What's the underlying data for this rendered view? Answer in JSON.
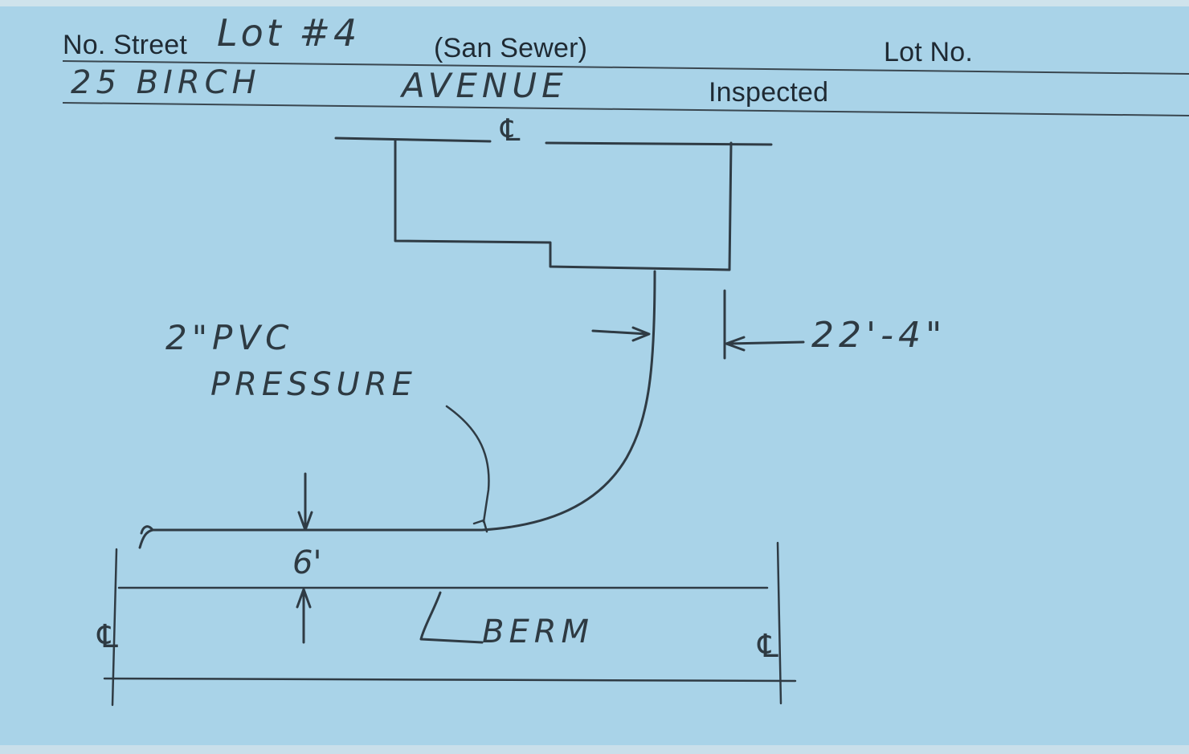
{
  "form": {
    "street_label": "No. Street",
    "lot_label": "Lot No.",
    "inspected_label": "Inspected"
  },
  "entry": {
    "lot": "Lot #4",
    "type": "(San Sewer)",
    "address_number_street": "25 BIRCH",
    "address_avenue": "AVENUE"
  },
  "sketch": {
    "centerline_symbol": "℄",
    "pipe_note_line1": "2\"PVC",
    "pipe_note_line2": "PRESSURE",
    "offset_dimension": "22'-4\"",
    "depth_dimension": "6'",
    "berm_label": "BERM",
    "berm_symbol": "℄"
  },
  "colors": {
    "card": "#a9d3e8",
    "ink": "#2f3b44"
  }
}
